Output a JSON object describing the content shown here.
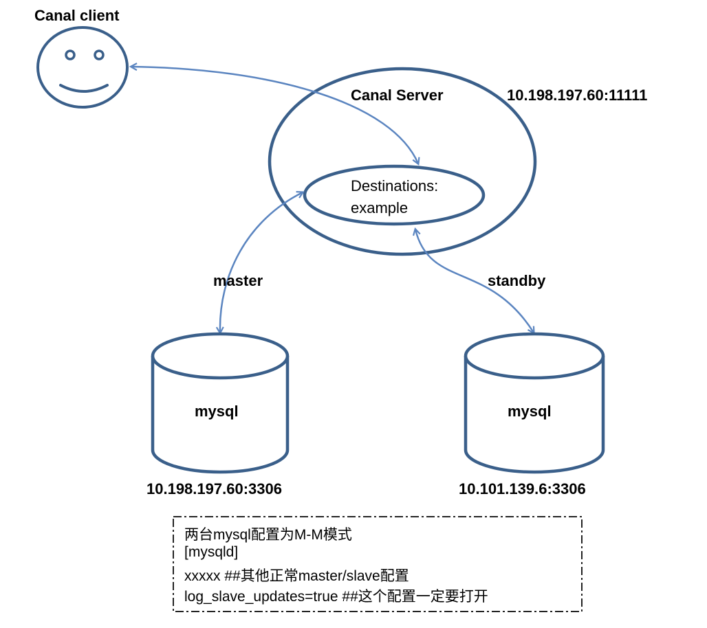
{
  "colors": {
    "shape_stroke": "#3A5F8A",
    "arrow": "#5B85C0",
    "text": "#000000",
    "note_border": "#222222"
  },
  "client": {
    "title": "Canal client",
    "icon": "smiley-face-icon"
  },
  "server": {
    "title": "Canal Server",
    "address": "10.198.197.60:11111",
    "destination_line1": "Destinations:",
    "destination_line2": "example"
  },
  "databases": [
    {
      "label": "mysql",
      "address": "10.198.197.60:3306",
      "role": "master",
      "icon": "database-cylinder-icon"
    },
    {
      "label": "mysql",
      "address": "10.101.139.6:3306",
      "role": "standby",
      "icon": "database-cylinder-icon"
    }
  ],
  "note": {
    "lines": [
      "两台mysql配置为M-M模式",
      "[mysqld]",
      "xxxxx ##其他正常master/slave配置",
      "log_slave_updates=true ##这个配置一定要打开"
    ]
  }
}
